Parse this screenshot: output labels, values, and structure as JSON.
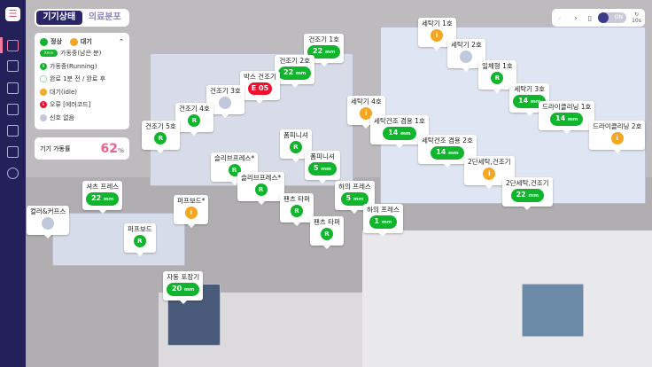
{
  "tabs": [
    {
      "label": "기기상태"
    },
    {
      "label": "의료분포"
    }
  ],
  "legend": {
    "normal": "정상",
    "standby": "대기",
    "items": [
      {
        "badge": "Xmin",
        "label": "가동중(남은 분)",
        "color": "#11b52d"
      },
      {
        "badge": "R",
        "label": "가동중(Running)",
        "color": "#11b52d"
      },
      {
        "badge": "",
        "label": "완료 1분 전 / 완료 후",
        "color": "#ffffff"
      },
      {
        "badge": "i",
        "label": "대기(idle)",
        "color": "#f5a623"
      },
      {
        "badge": "E",
        "label": "오류 [에러코드]",
        "color": "#f0102e"
      },
      {
        "badge": "",
        "label": "신호 없음",
        "color": "#c2c8dc"
      }
    ]
  },
  "rate": {
    "label": "기기 가동률",
    "value": "62",
    "unit": "%"
  },
  "controls": {
    "prev": "‹",
    "next": "›",
    "toggle": "ON",
    "refresh": "10s"
  },
  "machines": [
    {
      "name": "건조기 1호",
      "kind": "mm",
      "value": "22",
      "unit": "mm"
    },
    {
      "name": "건조기 2호",
      "kind": "mm",
      "value": "22",
      "unit": "mm"
    },
    {
      "name": "박스 건조기",
      "kind": "E",
      "value": "E 05"
    },
    {
      "name": "건조기 3호",
      "kind": "none",
      "value": ""
    },
    {
      "name": "건조기 4호",
      "kind": "R",
      "value": "R"
    },
    {
      "name": "건조기 5호",
      "kind": "R",
      "value": "R"
    },
    {
      "name": "세탁기 1호",
      "kind": "i",
      "value": "i"
    },
    {
      "name": "세탁기 2호",
      "kind": "none",
      "value": ""
    },
    {
      "name": "일체형 1호",
      "kind": "R",
      "value": "R"
    },
    {
      "name": "세탁기 3호",
      "kind": "mm",
      "value": "14",
      "unit": "mm"
    },
    {
      "name": "드라이클리닝 1호",
      "kind": "mm",
      "value": "14",
      "unit": "mm"
    },
    {
      "name": "드라이클리닝 2호",
      "kind": "i",
      "value": "i"
    },
    {
      "name": "세탁기 4호",
      "kind": "i",
      "value": "i"
    },
    {
      "name": "세탁건조 겸용 1호",
      "kind": "mm",
      "value": "14",
      "unit": "mm"
    },
    {
      "name": "세탁건조 겸용 2호",
      "kind": "mm",
      "value": "14",
      "unit": "mm"
    },
    {
      "name": "2단세탁,건조기",
      "kind": "i",
      "value": "i"
    },
    {
      "name": "2단세탁,건조기",
      "kind": "mm",
      "value": "22",
      "unit": "mm"
    },
    {
      "name": "폼피니셔",
      "kind": "R",
      "value": "R"
    },
    {
      "name": "폼피니셔",
      "kind": "mm",
      "value": "5",
      "unit": "mm"
    },
    {
      "name": "하의 프레스",
      "kind": "mm",
      "value": "5",
      "unit": "mm"
    },
    {
      "name": "하의 프레스",
      "kind": "mm",
      "value": "1",
      "unit": "mm"
    },
    {
      "name": "슬리브프레스*",
      "kind": "R",
      "value": "R"
    },
    {
      "name": "슬리브프레스*",
      "kind": "R",
      "value": "R"
    },
    {
      "name": "팬츠 타퍼",
      "kind": "R",
      "value": "R"
    },
    {
      "name": "팬츠 타퍼",
      "kind": "R",
      "value": "R"
    },
    {
      "name": "퍼프보드*",
      "kind": "i",
      "value": "i"
    },
    {
      "name": "셔츠 프레스",
      "kind": "mm",
      "value": "22",
      "unit": "mm"
    },
    {
      "name": "컬러&커프스",
      "kind": "none",
      "value": ""
    },
    {
      "name": "퍼프보드",
      "kind": "R",
      "value": "R"
    },
    {
      "name": "자동 포장기",
      "kind": "mm",
      "value": "20",
      "unit": "mm"
    }
  ]
}
